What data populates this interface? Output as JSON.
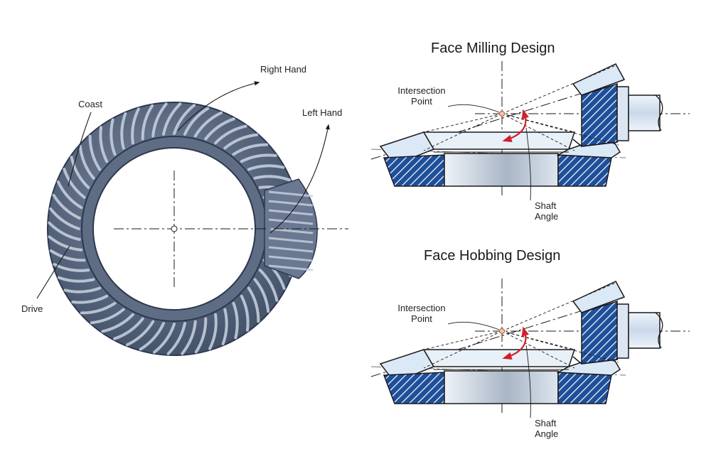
{
  "gear_labels": {
    "right_hand": "Right Hand",
    "left_hand": "Left Hand",
    "coast": "Coast",
    "drive": "Drive"
  },
  "panels": [
    {
      "title": "Face Milling Design",
      "intersection_line1": "Intersection",
      "intersection_line2": "Point",
      "shaft_line1": "Shaft",
      "shaft_line2": "Angle"
    },
    {
      "title": "Face Hobbing Design",
      "intersection_line1": "Intersection",
      "intersection_line2": "Point",
      "shaft_line1": "Shaft",
      "shaft_line2": "Angle"
    }
  ],
  "colors": {
    "gear_body": "#4f5f78",
    "gear_tooth_highlight": "#c9d3e2",
    "section_blue": "#1e4f9a",
    "section_light": "#dbe8f5",
    "arrow_red": "#d0202a",
    "line_dark": "#1a1a1a"
  }
}
